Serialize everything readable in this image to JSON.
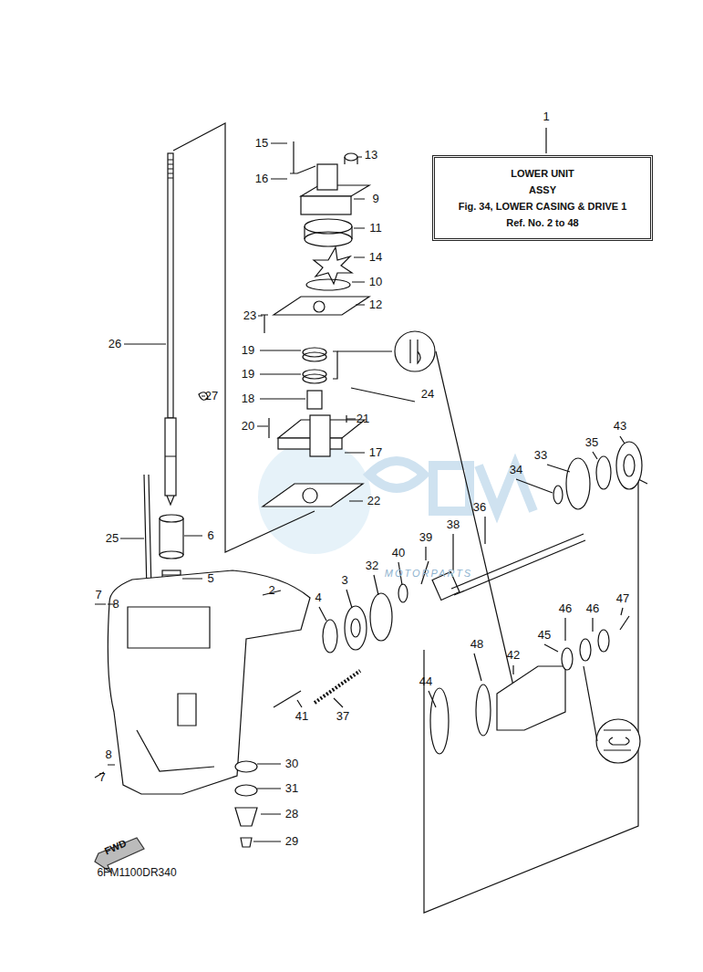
{
  "diagram": {
    "nodes": [
      {
        "text": [
          "LOWER UNIT",
          "ASSY",
          "Fig. 34, LOWER CASING & DRIVE 1",
          "Ref. No. 2 to 48"
        ]
      }
    ],
    "labels": [
      "1",
      "15",
      "13",
      "16",
      "9",
      "11",
      "14",
      "10",
      "12",
      "23",
      "19",
      "19",
      "18",
      "24",
      "20",
      "21",
      "17",
      "22",
      "26",
      "27",
      "6",
      "25",
      "5",
      "7",
      "8",
      "2",
      "4",
      "3",
      "32",
      "40",
      "39",
      "38",
      "36",
      "34",
      "33",
      "35",
      "43",
      "47",
      "46",
      "46",
      "45",
      "42",
      "48",
      "44",
      "41",
      "37",
      "30",
      "31",
      "28",
      "29",
      "8",
      "7",
      "6FM1100DR340",
      "FWD",
      "MOTORPARTS"
    ]
  }
}
